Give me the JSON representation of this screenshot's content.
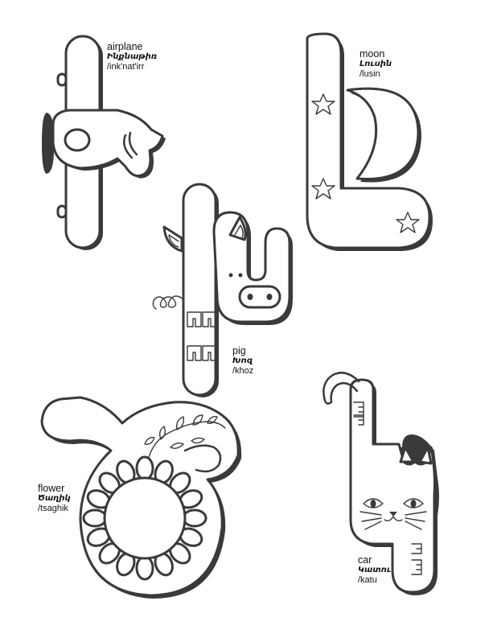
{
  "letters": [
    {
      "id": "airplane",
      "english": "airplane",
      "armenian": "Ինքնաթիռ",
      "transliteration": "/ink'nat'irr"
    },
    {
      "id": "moon",
      "english": "moon",
      "armenian": "Լուսին",
      "transliteration": "/lusin"
    },
    {
      "id": "pig",
      "english": "pig",
      "armenian": "Խոզ",
      "transliteration": "/khoz"
    },
    {
      "id": "flower",
      "english": "flower",
      "armenian": "Ծաղիկ",
      "transliteration": "/tsaghik"
    },
    {
      "id": "car",
      "english": "car",
      "armenian": "Կատու",
      "transliteration": "/katu"
    }
  ],
  "colors": {
    "ink": "#3a3a3a",
    "paper": "#ffffff"
  }
}
